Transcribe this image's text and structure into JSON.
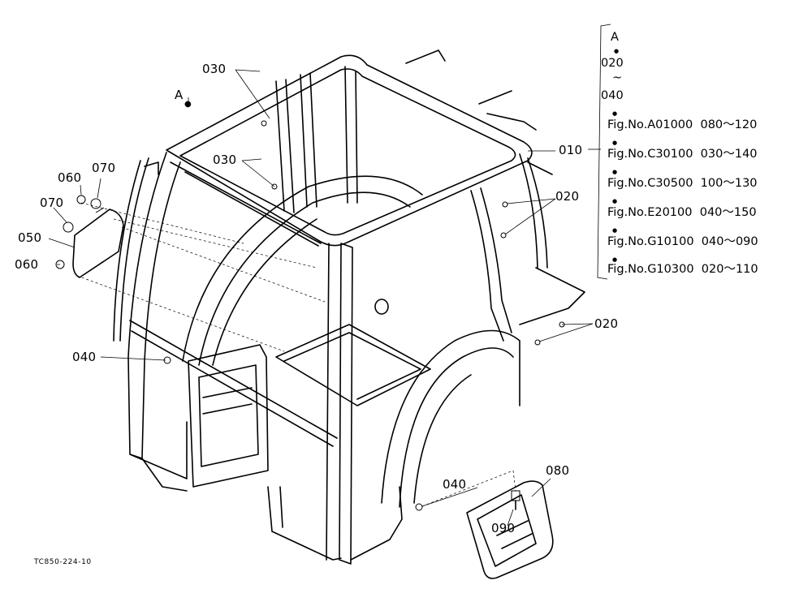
{
  "drawing_code": "TC850-224-10",
  "callouts": {
    "point_a": "A",
    "p010": "010",
    "p020_upper": "020",
    "p020_lower": "020",
    "p030_upper": "030",
    "p030_lower": "030",
    "p040_left": "040",
    "p040_right": "040",
    "p050": "050",
    "p060_upper": "060",
    "p060_lower": "060",
    "p070_upper": "070",
    "p070_lower": "070",
    "p080": "080",
    "p090": "090"
  },
  "reference_block": {
    "head": [
      "A",
      "020",
      "~",
      "040"
    ],
    "fig_refs": [
      {
        "fig": "Fig.No.A01000",
        "range": "080～120"
      },
      {
        "fig": "Fig.No.C30100",
        "range": "030～140"
      },
      {
        "fig": "Fig.No.C30500",
        "range": "100～130"
      },
      {
        "fig": "Fig.No.E20100",
        "range": "040～150"
      },
      {
        "fig": "Fig.No.G10100",
        "range": "040～090"
      },
      {
        "fig": "Fig.No.G10300",
        "range": "020～110"
      }
    ]
  }
}
